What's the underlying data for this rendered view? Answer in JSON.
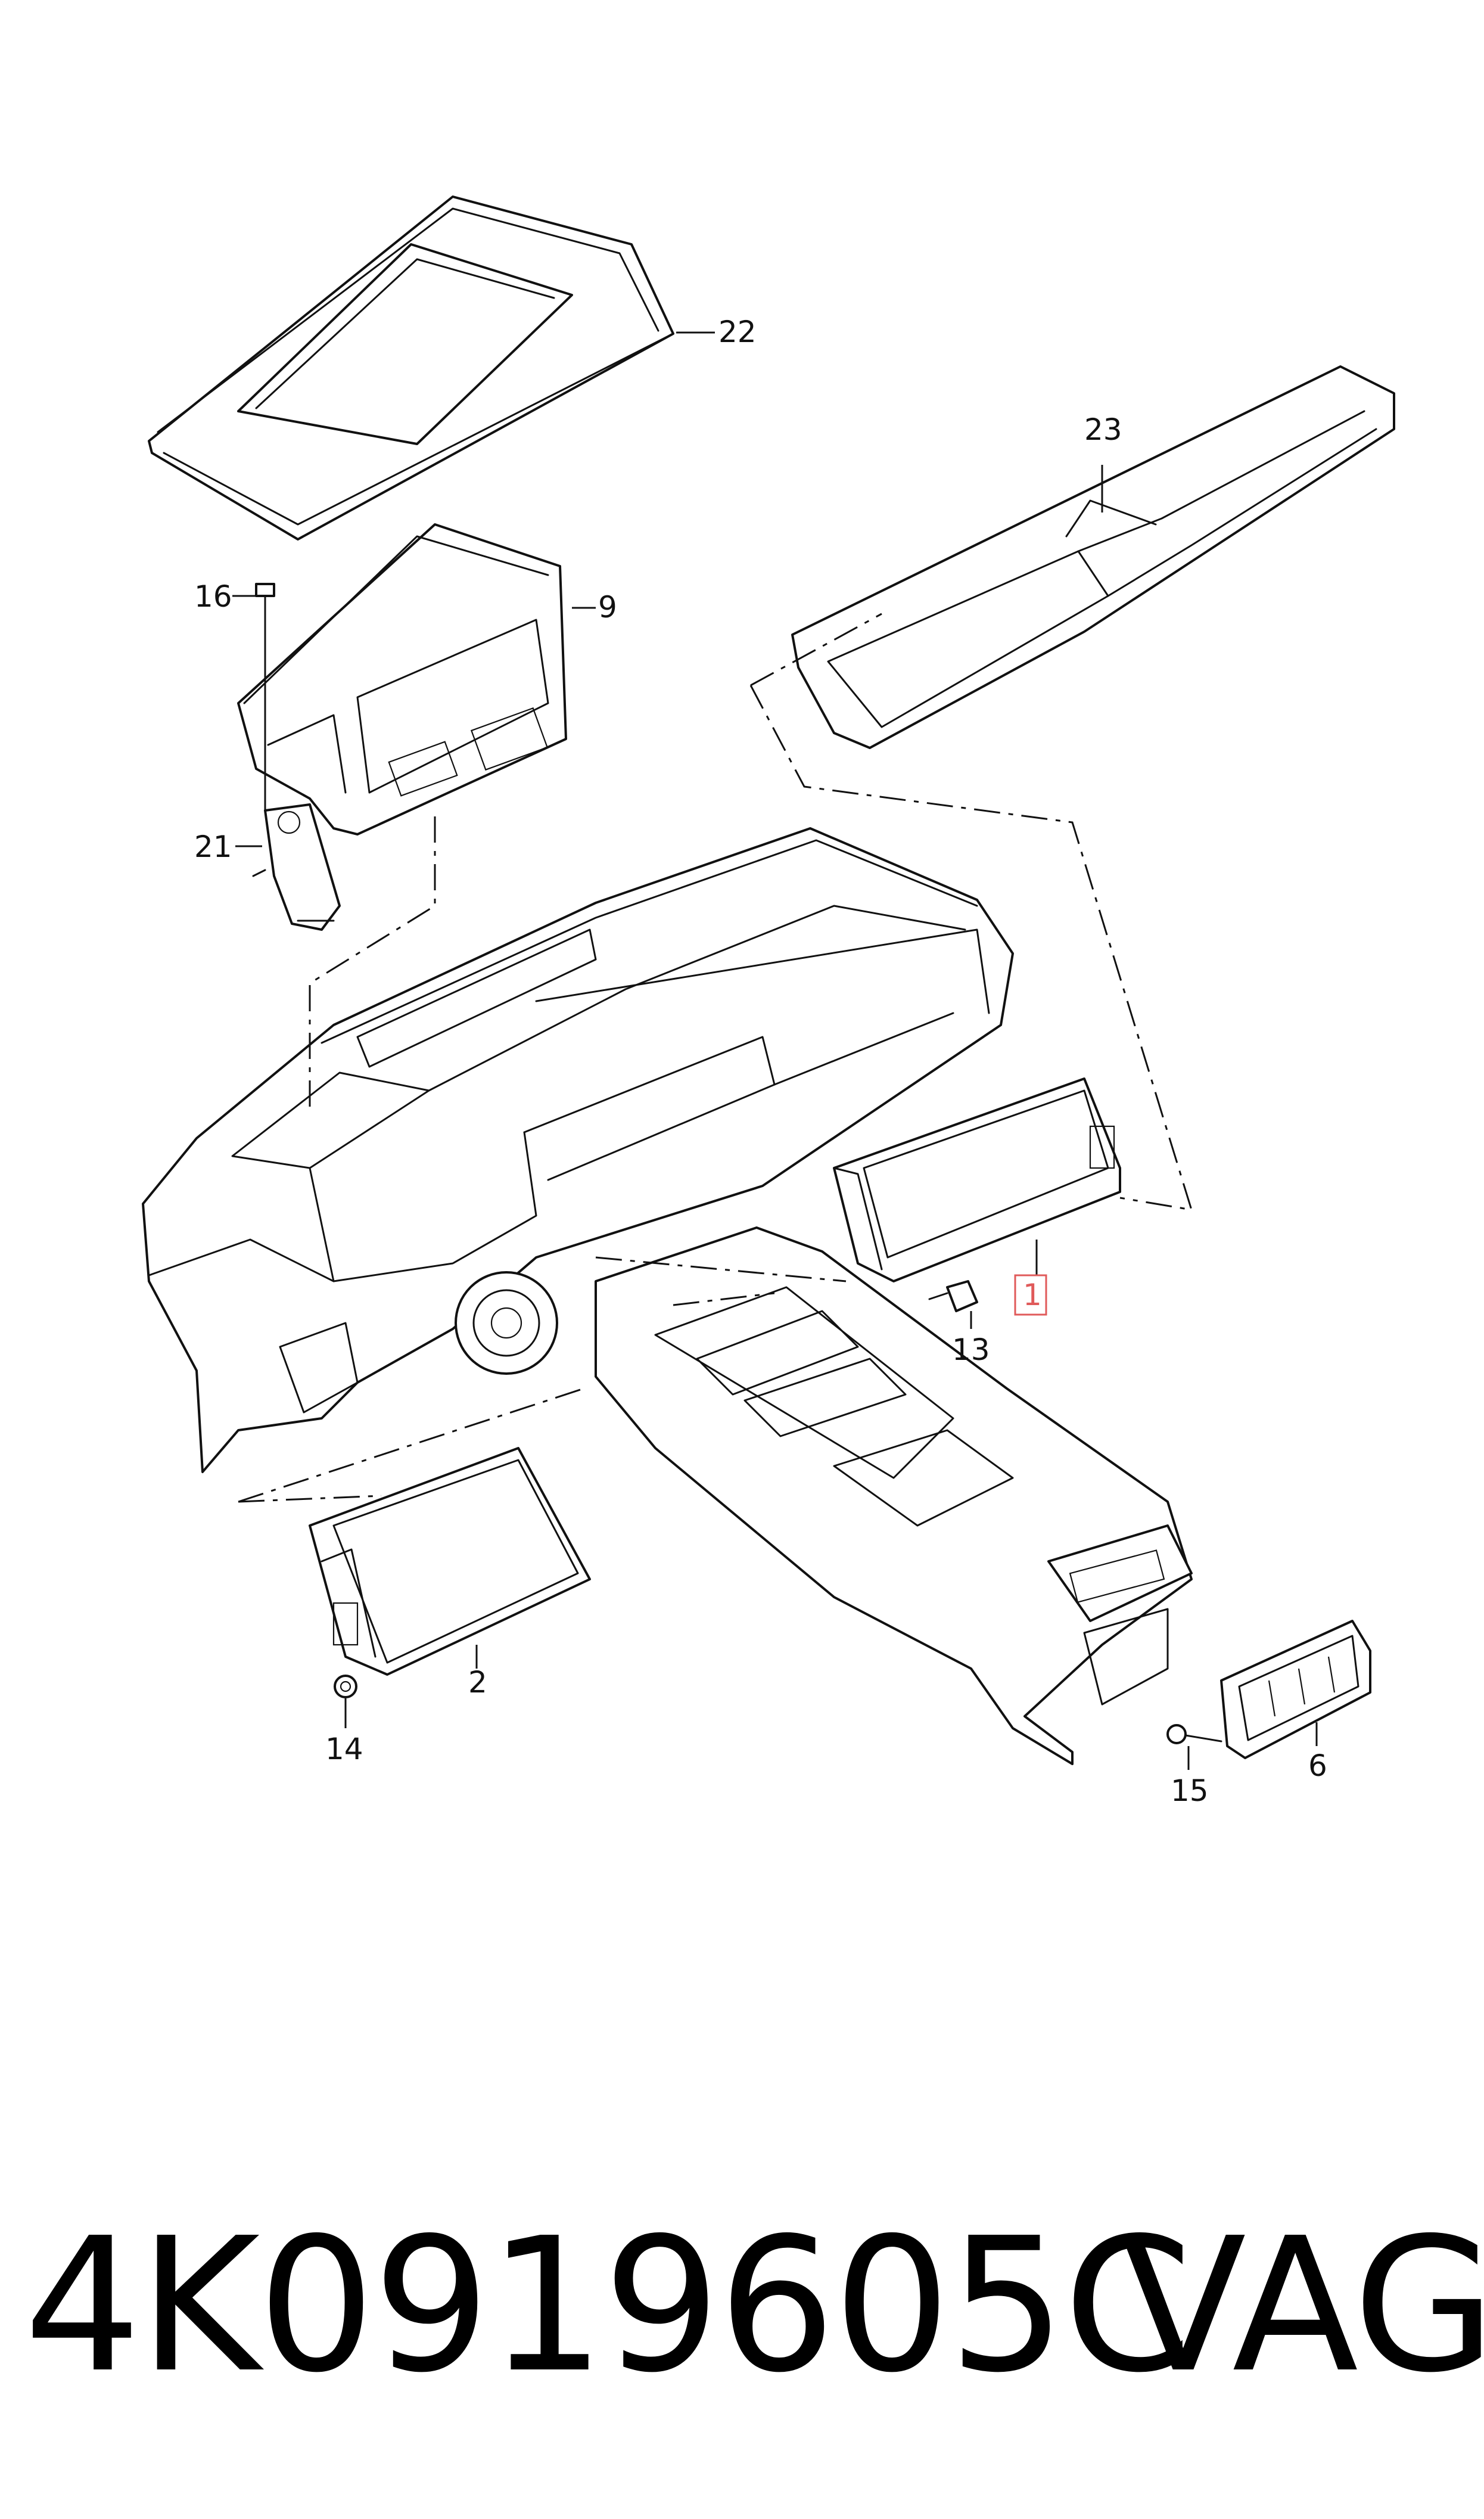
{
  "diagram": {
    "callouts": {
      "c1": "1",
      "c2": "2",
      "c6": "6",
      "c9": "9",
      "c13": "13",
      "c14": "14",
      "c15": "15",
      "c16": "16",
      "c21": "21",
      "c22": "22",
      "c23": "23"
    },
    "highlighted_callout": "1",
    "highlight_color": "#e05a5a"
  },
  "footer": {
    "part_number": "4K0919605C",
    "brand": "VAG"
  }
}
